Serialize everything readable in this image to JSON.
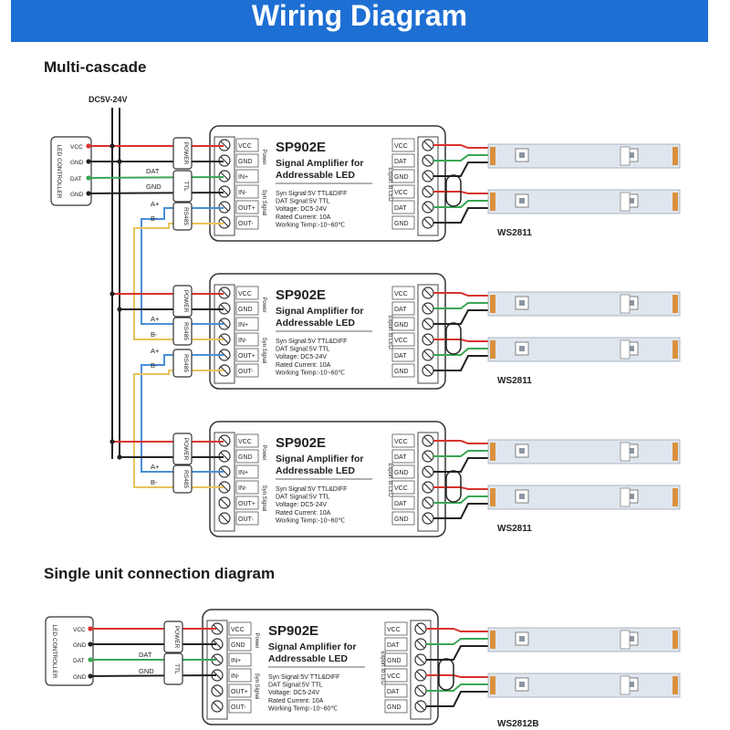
{
  "header": {
    "title": "Wiring Diagram"
  },
  "sections": {
    "multi_cascade": "Multi-cascade",
    "single_unit": "Single unit connection diagram"
  },
  "power": {
    "label": "DC5V-24V"
  },
  "controller": {
    "label": "LED CONTROLLER",
    "pins": [
      "VCC",
      "GND",
      "DAT",
      "GND"
    ]
  },
  "adapter_labels": {
    "power": "POWER",
    "ttl": "TTL",
    "rs485": "RS485"
  },
  "wire_labels": {
    "dat": "DAT",
    "gnd": "GND",
    "a_plus": "A+",
    "b_minus": "B-"
  },
  "amplifier": {
    "model": "SP902E",
    "subtitle_line1": "Signal Amplifier for",
    "subtitle_line2": "Addressable LED",
    "side_power": "Power",
    "side_sync": "Syn Signal",
    "side_export": "Export to LED",
    "input_terminals": [
      "VCC",
      "GND",
      "IN+",
      "IN-",
      "OUT+",
      "OUT-"
    ],
    "output_terminals": [
      "VCC",
      "DAT",
      "GND",
      "VCC",
      "DAT",
      "GND"
    ],
    "specs": [
      "Syn Signal:5V TTL&DIFF",
      "DAT Signal:5V TTL",
      "Voltage: DC5-24V",
      "Rated Current: 10A",
      "Working Temp:-10~60℃"
    ]
  },
  "strips": {
    "multi": "WS2811",
    "single": "WS2812B"
  },
  "colors": {
    "banner": "#1e6fd3",
    "vcc_wire": "#d8332c",
    "gnd_wire": "#222222",
    "dat_wire": "#3aa655",
    "rs485_a": "#4a8fd6",
    "rs485_b": "#e8c35a",
    "strip": "#dfe6ee",
    "pad": "#d9913f"
  }
}
